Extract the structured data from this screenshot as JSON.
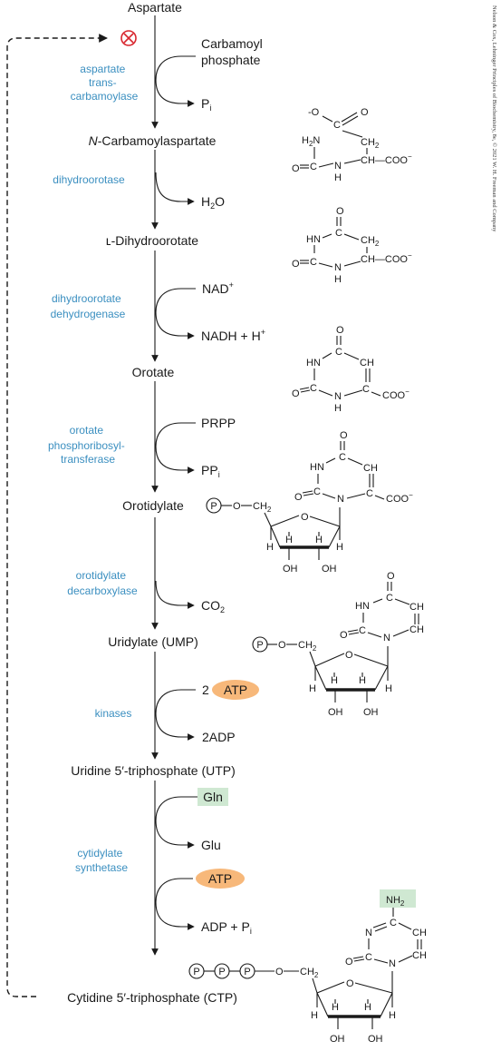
{
  "metabolites": {
    "aspartate": "Aspartate",
    "carbamoylaspartate_prefix": "N",
    "carbamoylaspartate_rest": "-Carbamoylaspartate",
    "dihydroorotate": "ʟ-Dihydroorotate",
    "orotate": "Orotate",
    "orotidylate": "Orotidylate",
    "ump": "Uridylate (UMP)",
    "utp": "Uridine 5′-triphosphate (UTP)",
    "ctp": "Cytidine 5′-triphosphate (CTP)"
  },
  "enzymes": {
    "atc": [
      "aspartate",
      "trans-",
      "carbamoylase"
    ],
    "dho": [
      "dihydroorotase"
    ],
    "dhodh": [
      "dihydroorotate",
      "dehydrogenase"
    ],
    "oprt": [
      "orotate",
      "phosphoribosyl-",
      "transferase"
    ],
    "odc": [
      "orotidylate",
      "decarboxylase"
    ],
    "kin": [
      "kinases"
    ],
    "ctps": [
      "cytidylate",
      "synthetase"
    ]
  },
  "cosubstrates": {
    "carbamoyl_phosphate": [
      "Carbamoyl",
      "phosphate"
    ],
    "pi": "P",
    "pi_sub": "i",
    "h2o_a": "H",
    "h2o_sub": "2",
    "h2o_b": "O",
    "nad": "NAD",
    "nad_sup": "+",
    "nadh": "NADH + H",
    "nadh_sup": "+",
    "prpp": "PRPP",
    "ppi": "PP",
    "ppi_sub": "i",
    "co2": "CO",
    "co2_sub": "2",
    "two": "2",
    "atp": "ATP",
    "two_adp": "2ADP",
    "gln": "Gln",
    "glu": "Glu",
    "atp2": "ATP",
    "adp_pi": "ADP + P",
    "adp_pi_sub": "i"
  },
  "structure_labels": {
    "o": "O",
    "o_minus": "-O",
    "c": "C",
    "ch2": "CH",
    "ch2_sub": "2",
    "ch": "CH",
    "ch_coo": "CH—COO",
    "coo": "COO",
    "minus": "−",
    "h2n": "H",
    "h2n_sub": "2",
    "h2n_n": "N",
    "n": "N",
    "h": "H",
    "hn": "HN",
    "oh": "OH",
    "p": "P",
    "nh2": "NH",
    "nh2_sub": "2"
  },
  "credit": "Nelson & Cox, Lehninger Principles of Biochemistry, 8e, © 2021 W. H. Freeman and Company",
  "colors": {
    "enzyme_text": "#3b8fc0",
    "inhibition_mark": "#d8262e",
    "atp_fill": "#f7b87a",
    "gln_fill": "#cfe8d2",
    "nh2_fill": "#cfe8d2"
  }
}
